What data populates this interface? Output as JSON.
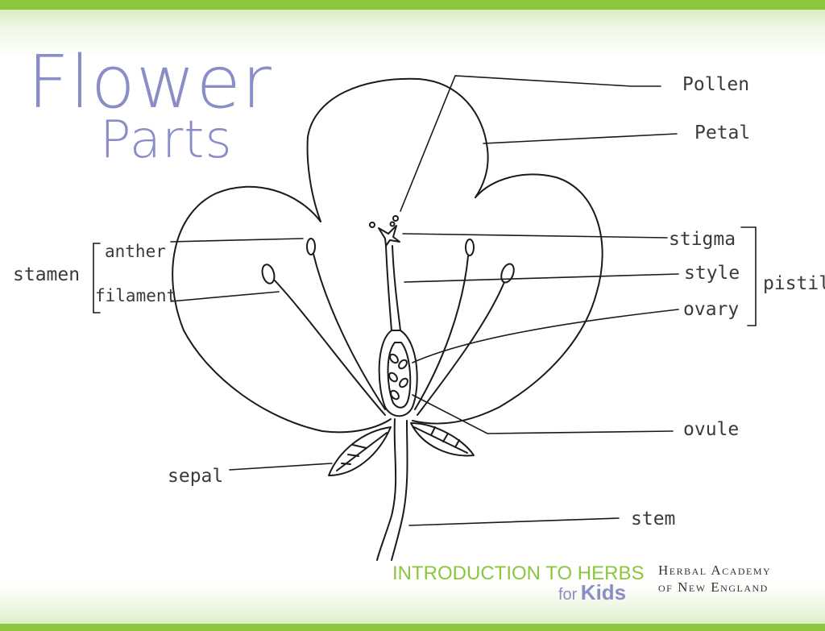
{
  "title": {
    "line1": "Flower",
    "line2": "Parts"
  },
  "labels": {
    "pollen": "Pollen",
    "petal": "Petal",
    "stigma": "stigma",
    "style": "style",
    "ovary": "ovary",
    "pistil": "pistil",
    "ovule": "ovule",
    "stem": "stem",
    "sepal": "sepal",
    "anther": "anther",
    "filament": "filament",
    "stamen": "stamen"
  },
  "branding": {
    "course": "INTRODUCTION TO HERBS",
    "course_for": "for",
    "course_kids": "Kids",
    "academy_line1": "Herbal Academy",
    "academy_line2": "of New England"
  },
  "colors": {
    "border_green": "#8cc63f",
    "title_purple": "#8b8dc7",
    "ink": "#1a1a1a",
    "label_text": "#3a3a3a"
  }
}
